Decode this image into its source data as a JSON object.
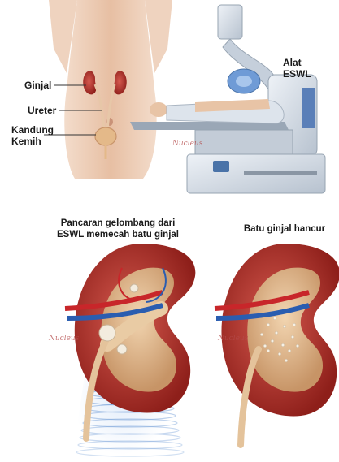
{
  "anatomy_labels": {
    "kidney": "Ginjal",
    "ureter": "Ureter",
    "bladder_line1": "Kandung",
    "bladder_line2": "Kemih"
  },
  "machine_label": {
    "line1": "Alat",
    "line2": "ESWL"
  },
  "captions": {
    "left_line1": "Pancaran gelombang dari",
    "left_line2": "ESWL memecah batu ginjal",
    "right": "Batu ginjal hancur"
  },
  "watermark": "Nucleus",
  "colors": {
    "skin": "#e9c2a6",
    "kidney": "#b5332b",
    "kidney_inner": "#e0b48a",
    "artery": "#c8262a",
    "vein": "#2a5db0",
    "machine": "#d6dde6",
    "wave": "#6f9bd6"
  }
}
